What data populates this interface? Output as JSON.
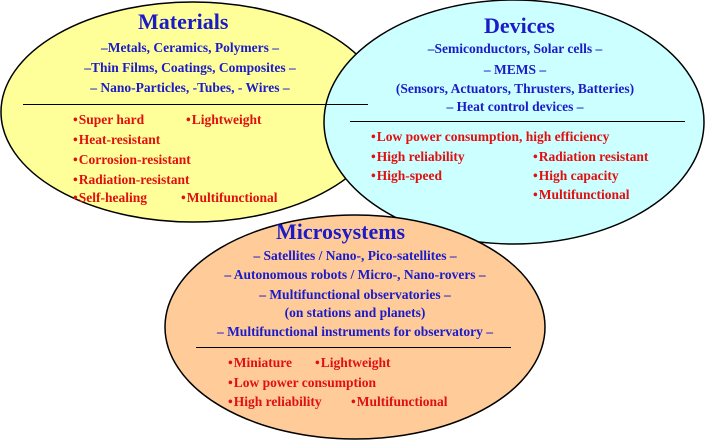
{
  "colors": {
    "materials_fill": "#ffff99",
    "devices_fill": "#ccffff",
    "microsystems_fill": "#ffcc99",
    "heading": "#1b1bc8",
    "property": "#e01010"
  },
  "materials": {
    "title": "Materials",
    "lines": [
      "–Metals, Ceramics, Polymers –",
      "–Thin Films, Coatings, Composites –",
      "– Nano-Particles, -Tubes, - Wires –"
    ],
    "props": {
      "super_hard": "Super hard",
      "lightweight": "Lightweight",
      "heat_resistant": "Heat-resistant",
      "corrosion_resistant": "Corrosion-resistant",
      "radiation_resistant": "Radiation-resistant",
      "self_healing": "Self-healing",
      "multifunctional": "Multifunctional"
    }
  },
  "devices": {
    "title": "Devices",
    "lines": [
      "–Semiconductors, Solar cells –",
      "– MEMS –",
      "(Sensors, Actuators, Thrusters, Batteries)",
      "– Heat control devices –"
    ],
    "props": {
      "low_power_high_eff": "Low power consumption, high efficiency",
      "high_reliability": "High reliability",
      "radiation_resistant": "Radiation resistant",
      "high_speed": "High-speed",
      "high_capacity": "High capacity",
      "multifunctional": "Multifunctional"
    }
  },
  "microsystems": {
    "title": "Microsystems",
    "lines": [
      "– Satellites / Nano-, Pico-satellites –",
      "– Autonomous robots / Micro-, Nano-rovers –",
      "– Multifunctional observatories –",
      "(on stations and planets)",
      "– Multifunctional instruments for observatory –"
    ],
    "props": {
      "miniature": "Miniature",
      "lightweight": "Lightweight",
      "low_power": "Low power consumption",
      "high_reliability": "High reliability",
      "multifunctional": "Multifunctional"
    }
  }
}
